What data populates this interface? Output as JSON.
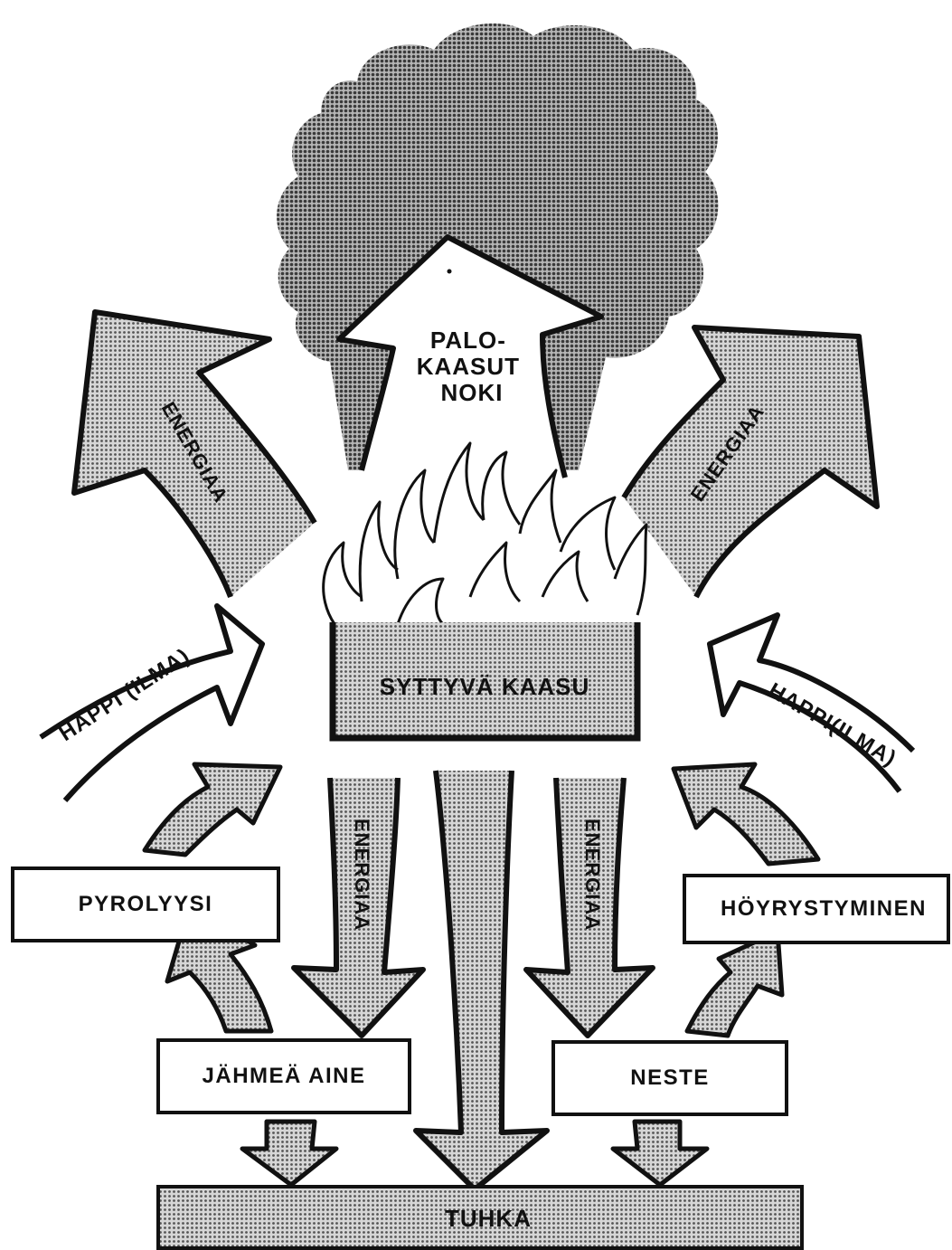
{
  "cloud_label": [
    "PALO-",
    "KAASUT",
    "NOKI"
  ],
  "energy_left": "ENERGIAA",
  "energy_right": "ENERGIAA",
  "energy_down_left": "ENERGIAA",
  "energy_down_right": "ENERGIAA",
  "oxygen_left": "HAPPI (ILMA)",
  "oxygen_right": "HAPPI(ILMA)",
  "gas_box": "SYTTYVÄ KAASU",
  "pyrolysis": "PYROLYYSI",
  "evaporation": "HÖYRYSTYMINEN",
  "solid": "JÄHMEÄ AINE",
  "liquid": "NESTE",
  "ash": "TUHKA",
  "colors": {
    "ink": "#111111",
    "stipple": "#bdbdbd",
    "cloud": "#9a9a9a"
  }
}
